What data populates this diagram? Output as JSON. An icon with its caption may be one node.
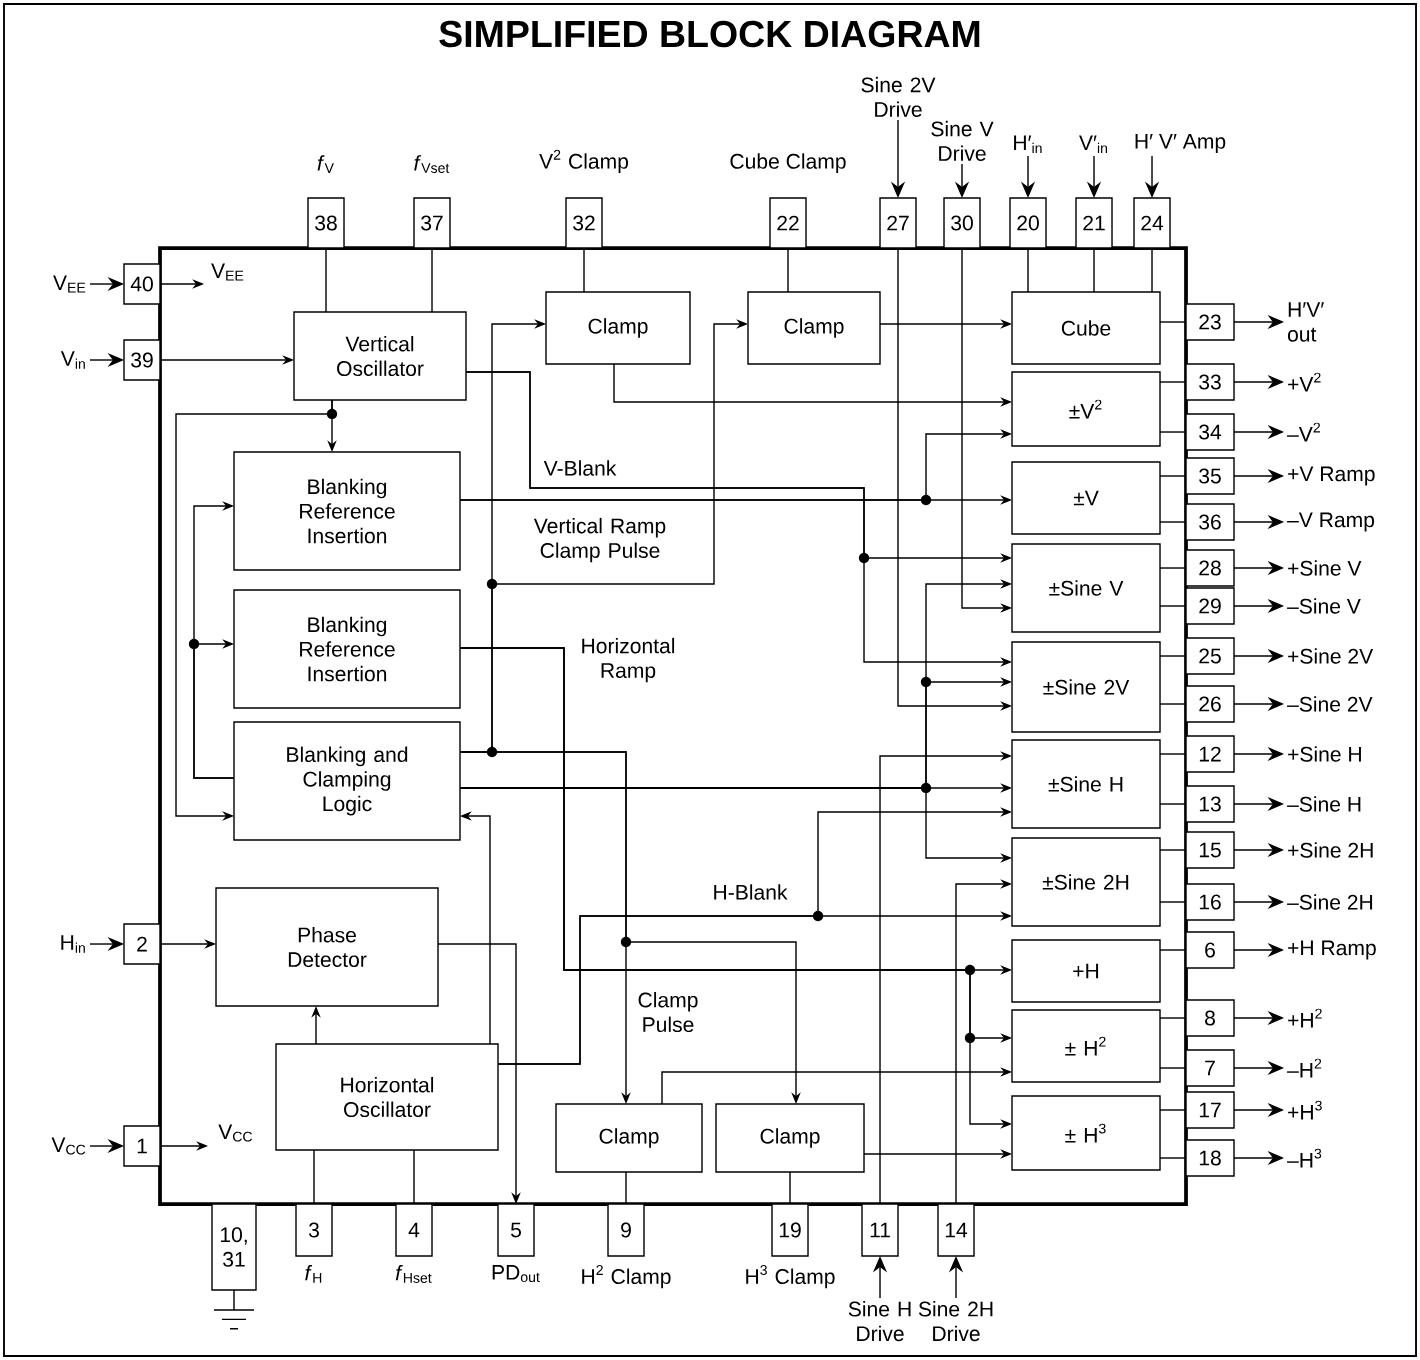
{
  "diagram": {
    "title": "SIMPLIFIED BLOCK DIAGRAM",
    "nodes": [
      {
        "text": [],
        "shape": "box"
      },
      {
        "text": [
          "V$_{EE}$"
        ],
        "in": 0
      },
      {
        "text": [
          "Vertical Oscillator"
        ],
        "in": 0
      },
      {
        "text": [
          "Clamp"
        ],
        "in": 0
      },
      {
        "text": [
          "Clamp"
        ],
        "in": 0
      },
      {
        "text": [
          "Cube"
        ],
        "in": 0
      },
      {
        "text": [
          "±V$^{2}$"
        ],
        "in": 0
      },
      {
        "text": [
          "±V"
        ],
        "in": 0
      },
      {
        "text": [
          "±Sine V"
        ],
        "in": 0
      },
      {
        "text": [
          "±Sine 2V"
        ],
        "in": 0
      },
      {
        "text": [
          "Blanking Reference Insertion"
        ],
        "in": 0
      },
      {
        "text": [
          "Blanking Reference Insertion"
        ],
        "in": 0
      },
      {
        "text": [
          "Blanking and Clamping Logic"
        ],
        "in": 0
      },
      {
        "text": [
          "±Sine H"
        ],
        "in": 0
      },
      {
        "text": [
          "±Sine 2H"
        ],
        "in": 0
      },
      {
        "text": [
          "Phase Detector"
        ],
        "in": 0
      },
      {
        "text": [
          "+H"
        ],
        "in": 0
      },
      {
        "text": [
          "± H$^{2}$"
        ],
        "in": 0
      },
      {
        "text": [
          "Horizontal Oscillator"
        ],
        "in": 0
      },
      {
        "text": [
          "V$_{CC}$"
        ],
        "in": 0
      },
      {
        "text": [
          "± H$^{3}$"
        ],
        "in": 0
      },
      {
        "text": [
          "Clamp"
        ],
        "in": 0
      },
      {
        "text": [
          "Clamp"
        ],
        "in": 0
      },
      {
        "text": [
          "38"
        ],
        "beside": [
          "*f*$_{V}$"
        ]
      },
      {
        "text": [
          "37"
        ],
        "beside": [
          "*f*$_{Vset}$"
        ]
      },
      {
        "text": [
          "32"
        ],
        "beside": [
          "V$^{2}$ Clamp"
        ]
      },
      {
        "text": [
          "22"
        ],
        "beside": [
          "Cube Clamp"
        ]
      },
      {
        "text": [
          "27"
        ],
        "beside": [
          "Sine 2V Drive"
        ]
      },
      {
        "text": [
          "30"
        ],
        "beside": [
          "Sine V Drive"
        ]
      },
      {
        "text": [
          "20"
        ],
        "beside": [
          "H′$_{in}$"
        ]
      },
      {
        "text": [
          "21"
        ],
        "beside": [
          "V′$_{in}$"
        ]
      },
      {
        "text": [
          "24"
        ],
        "beside": [
          "H′ V′ Amp"
        ]
      },
      {
        "text": [
          "40"
        ],
        "beside": [
          "V$_{EE}$"
        ]
      },
      {
        "text": [
          "39"
        ],
        "beside": [
          "V$_{in}$"
        ]
      },
      {
        "text": [
          "2"
        ],
        "beside": [
          "H$_{in}$"
        ]
      },
      {
        "text": [
          "1"
        ],
        "beside": [
          "V$_{CC}$"
        ]
      },
      {
        "text": [
          "23"
        ],
        "beside": [
          "H′V′ out"
        ]
      },
      {
        "text": [
          "33"
        ],
        "beside": [
          "+V$^{2}$"
        ]
      },
      {
        "text": [
          "34"
        ],
        "beside": [
          "–V$^{2}$"
        ]
      },
      {
        "text": [
          "35"
        ],
        "beside": [
          "+V Ramp"
        ]
      },
      {
        "text": [
          "36"
        ],
        "beside": [
          "–V Ramp"
        ]
      },
      {
        "text": [
          "28"
        ],
        "beside": [
          "+Sine V"
        ]
      },
      {
        "text": [
          "29"
        ],
        "beside": [
          "–Sine V"
        ]
      },
      {
        "text": [
          "25"
        ],
        "beside": [
          "+Sine 2V"
        ]
      },
      {
        "text": [
          "26"
        ],
        "beside": [
          "–Sine 2V"
        ]
      },
      {
        "text": [
          "12"
        ],
        "beside": [
          "+Sine H"
        ]
      },
      {
        "text": [
          "13"
        ],
        "beside": [
          "–Sine H"
        ]
      },
      {
        "text": [
          "15"
        ],
        "beside": [
          "+Sine 2H"
        ]
      },
      {
        "text": [
          "16"
        ],
        "beside": [
          "–Sine 2H"
        ]
      },
      {
        "text": [
          "6"
        ],
        "beside": [
          "+H Ramp"
        ]
      },
      {
        "text": [
          "8"
        ],
        "beside": [
          "+H$^{2}$"
        ]
      },
      {
        "text": [
          "7"
        ],
        "beside": [
          "–H$^{2}$"
        ]
      },
      {
        "text": [
          "17"
        ],
        "beside": [
          "+H$^{3}$"
        ]
      },
      {
        "text": [
          "18"
        ],
        "beside": [
          "–H$^{3}$"
        ]
      },
      {
        "text": [
          "10, 31"
        ]
      },
      {
        "text": [
          "3"
        ],
        "beside": [
          "*f*$_{H}$"
        ]
      },
      {
        "text": [
          "4"
        ],
        "beside": [
          "*f*$_{Hset}$"
        ]
      },
      {
        "text": [
          "5"
        ],
        "beside": [
          "PD$_{out}$"
        ]
      },
      {
        "text": [
          "9"
        ],
        "beside": [
          "H$^{2}$ Clamp"
        ]
      },
      {
        "text": [
          "19"
        ],
        "beside": [
          "H$^{3}$ Clamp"
        ]
      },
      {
        "text": [
          "11"
        ],
        "beside": [
          "Sine H Drive"
        ]
      },
      {
        "text": [
          "14"
        ],
        "beside": [
          "Sine 2H Drive"
        ]
      }
    ],
    "edges": [
      {
        "from": null,
        "to": 32,
        "arrow": "to"
      },
      {
        "from": null,
        "to": 33,
        "arrow": "to"
      },
      {
        "from": null,
        "to": 34,
        "arrow": "to"
      },
      {
        "from": null,
        "to": 35,
        "arrow": "to"
      },
      {
        "from": null,
        "to": 27,
        "arrow": "to"
      },
      {
        "from": null,
        "to": 28,
        "arrow": "to"
      },
      {
        "from": null,
        "to": 29,
        "arrow": "to"
      },
      {
        "from": null,
        "to": 30,
        "arrow": "to"
      },
      {
        "from": null,
        "to": 31,
        "arrow": "to"
      },
      {
        "from": null,
        "to": 60,
        "arrow": "to"
      },
      {
        "from": null,
        "to": 61,
        "arrow": "to"
      },
      {
        "from": 36,
        "to": null,
        "arrow": "to"
      },
      {
        "from": 37,
        "to": null,
        "arrow": "to"
      },
      {
        "from": 38,
        "to": null,
        "arrow": "to"
      },
      {
        "from": 39,
        "to": null,
        "arrow": "to"
      },
      {
        "from": 40,
        "to": null,
        "arrow": "to"
      },
      {
        "from": 41,
        "to": null,
        "arrow": "to"
      },
      {
        "from": 42,
        "to": null,
        "arrow": "to"
      },
      {
        "from": 43,
        "to": null,
        "arrow": "to"
      },
      {
        "from": 44,
        "to": null,
        "arrow": "to"
      },
      {
        "from": 45,
        "to": null,
        "arrow": "to"
      },
      {
        "from": 46,
        "to": null,
        "arrow": "to"
      },
      {
        "from": 47,
        "to": null,
        "arrow": "to"
      },
      {
        "from": 48,
        "to": null,
        "arrow": "to"
      },
      {
        "from": 49,
        "to": null,
        "arrow": "to"
      },
      {
        "from": 50,
        "to": null,
        "arrow": "to"
      },
      {
        "from": 51,
        "to": null,
        "arrow": "to"
      },
      {
        "from": 52,
        "to": null,
        "arrow": "to"
      },
      {
        "from": 53,
        "to": null,
        "arrow": "to"
      },
      {
        "from": 32,
        "to": 1,
        "arrow": "to"
      },
      {
        "from": 33,
        "to": 2,
        "arrow": "to"
      },
      {
        "from": 34,
        "to": 15,
        "arrow": "to"
      },
      {
        "from": 35,
        "to": 19,
        "arrow": "to"
      },
      {
        "from": 23,
        "to": 2,
        "arrow": "none"
      },
      {
        "from": 24,
        "to": 2,
        "arrow": "none"
      },
      {
        "from": 25,
        "to": 3,
        "arrow": "none"
      },
      {
        "from": 26,
        "to": 4,
        "arrow": "none"
      },
      {
        "from": 27,
        "to": 9,
        "arrow": "to"
      },
      {
        "from": 28,
        "to": 8,
        "arrow": "to"
      },
      {
        "from": 29,
        "to": 5,
        "arrow": "none"
      },
      {
        "from": 30,
        "to": 5,
        "arrow": "none"
      },
      {
        "from": 31,
        "to": 5,
        "arrow": "none"
      },
      {
        "from": 2,
        "to": 10,
        "arrow": "to"
      },
      {
        "from": 2,
        "to": 12,
        "arrow": "to"
      },
      {
        "from": 12,
        "to": 10,
        "arrow": "to"
      },
      {
        "from": 12,
        "to": 11,
        "arrow": "to"
      },
      {
        "from": 2,
        "to": 8,
        "arrow": "to",
        "label": "V-Blank"
      },
      {
        "from": 2,
        "to": 9,
        "arrow": "to"
      },
      {
        "from": 3,
        "to": 6,
        "arrow": "to"
      },
      {
        "from": 4,
        "to": 5,
        "arrow": "to"
      },
      {
        "from": 10,
        "to": 7,
        "arrow": "to"
      },
      {
        "from": 10,
        "to": 6,
        "arrow": "to"
      },
      {
        "from": 12,
        "to": 3,
        "arrow": "to"
      },
      {
        "from": 12,
        "to": 4,
        "arrow": "to",
        "label": "Vertical Ramp Clamp Pulse"
      },
      {
        "from": 12,
        "to": 21,
        "arrow": "to",
        "label": "Clamp Pulse"
      },
      {
        "from": 12,
        "to": 22,
        "arrow": "to"
      },
      {
        "from": 11,
        "to": 16,
        "arrow": "to",
        "label": "Horizontal Ramp"
      },
      {
        "from": 11,
        "to": 17,
        "arrow": "to"
      },
      {
        "from": 11,
        "to": 20,
        "arrow": "to"
      },
      {
        "from": 12,
        "to": 8,
        "arrow": "to"
      },
      {
        "from": 12,
        "to": 9,
        "arrow": "to"
      },
      {
        "from": 12,
        "to": 13,
        "arrow": "to"
      },
      {
        "from": 12,
        "to": 14,
        "arrow": "to"
      },
      {
        "from": 60,
        "to": 13,
        "arrow": "to"
      },
      {
        "from": 61,
        "to": 14,
        "arrow": "to"
      },
      {
        "from": 18,
        "to": 13,
        "arrow": "to",
        "label": "H-Blank"
      },
      {
        "from": 18,
        "to": 14,
        "arrow": "to"
      },
      {
        "from": 18,
        "to": 15,
        "arrow": "to"
      },
      {
        "from": 15,
        "to": 57,
        "arrow": "to"
      },
      {
        "from": 21,
        "to": 17,
        "arrow": "to"
      },
      {
        "from": 22,
        "to": 20,
        "arrow": "to"
      },
      {
        "from": 55,
        "to": 18,
        "arrow": "none"
      },
      {
        "from": 56,
        "to": 18,
        "arrow": "none"
      },
      {
        "from": 58,
        "to": 21,
        "arrow": "none"
      },
      {
        "from": 59,
        "to": 22,
        "arrow": "none"
      },
      {
        "from": 5,
        "to": 36,
        "arrow": "none"
      },
      {
        "from": 6,
        "to": 37,
        "arrow": "none"
      },
      {
        "from": 6,
        "to": 38,
        "arrow": "none"
      },
      {
        "from": 7,
        "to": 39,
        "arrow": "none"
      },
      {
        "from": 7,
        "to": 40,
        "arrow": "none"
      },
      {
        "from": 8,
        "to": 41,
        "arrow": "none"
      },
      {
        "from": 8,
        "to": 42,
        "arrow": "none"
      },
      {
        "from": 9,
        "to": 43,
        "arrow": "none"
      },
      {
        "from": 9,
        "to": 44,
        "arrow": "none"
      },
      {
        "from": 13,
        "to": 45,
        "arrow": "none"
      },
      {
        "from": 13,
        "to": 46,
        "arrow": "none"
      },
      {
        "from": 14,
        "to": 47,
        "arrow": "none"
      },
      {
        "from": 14,
        "to": 48,
        "arrow": "none"
      },
      {
        "from": 16,
        "to": 49,
        "arrow": "none"
      },
      {
        "from": 17,
        "to": 50,
        "arrow": "none"
      },
      {
        "from": 17,
        "to": 51,
        "arrow": "none"
      },
      {
        "from": 20,
        "to": 52,
        "arrow": "none"
      },
      {
        "from": 20,
        "to": 53,
        "arrow": "none"
      },
      {
        "from": 18,
        "to": 12,
        "arrow": "to"
      }
    ]
  }
}
